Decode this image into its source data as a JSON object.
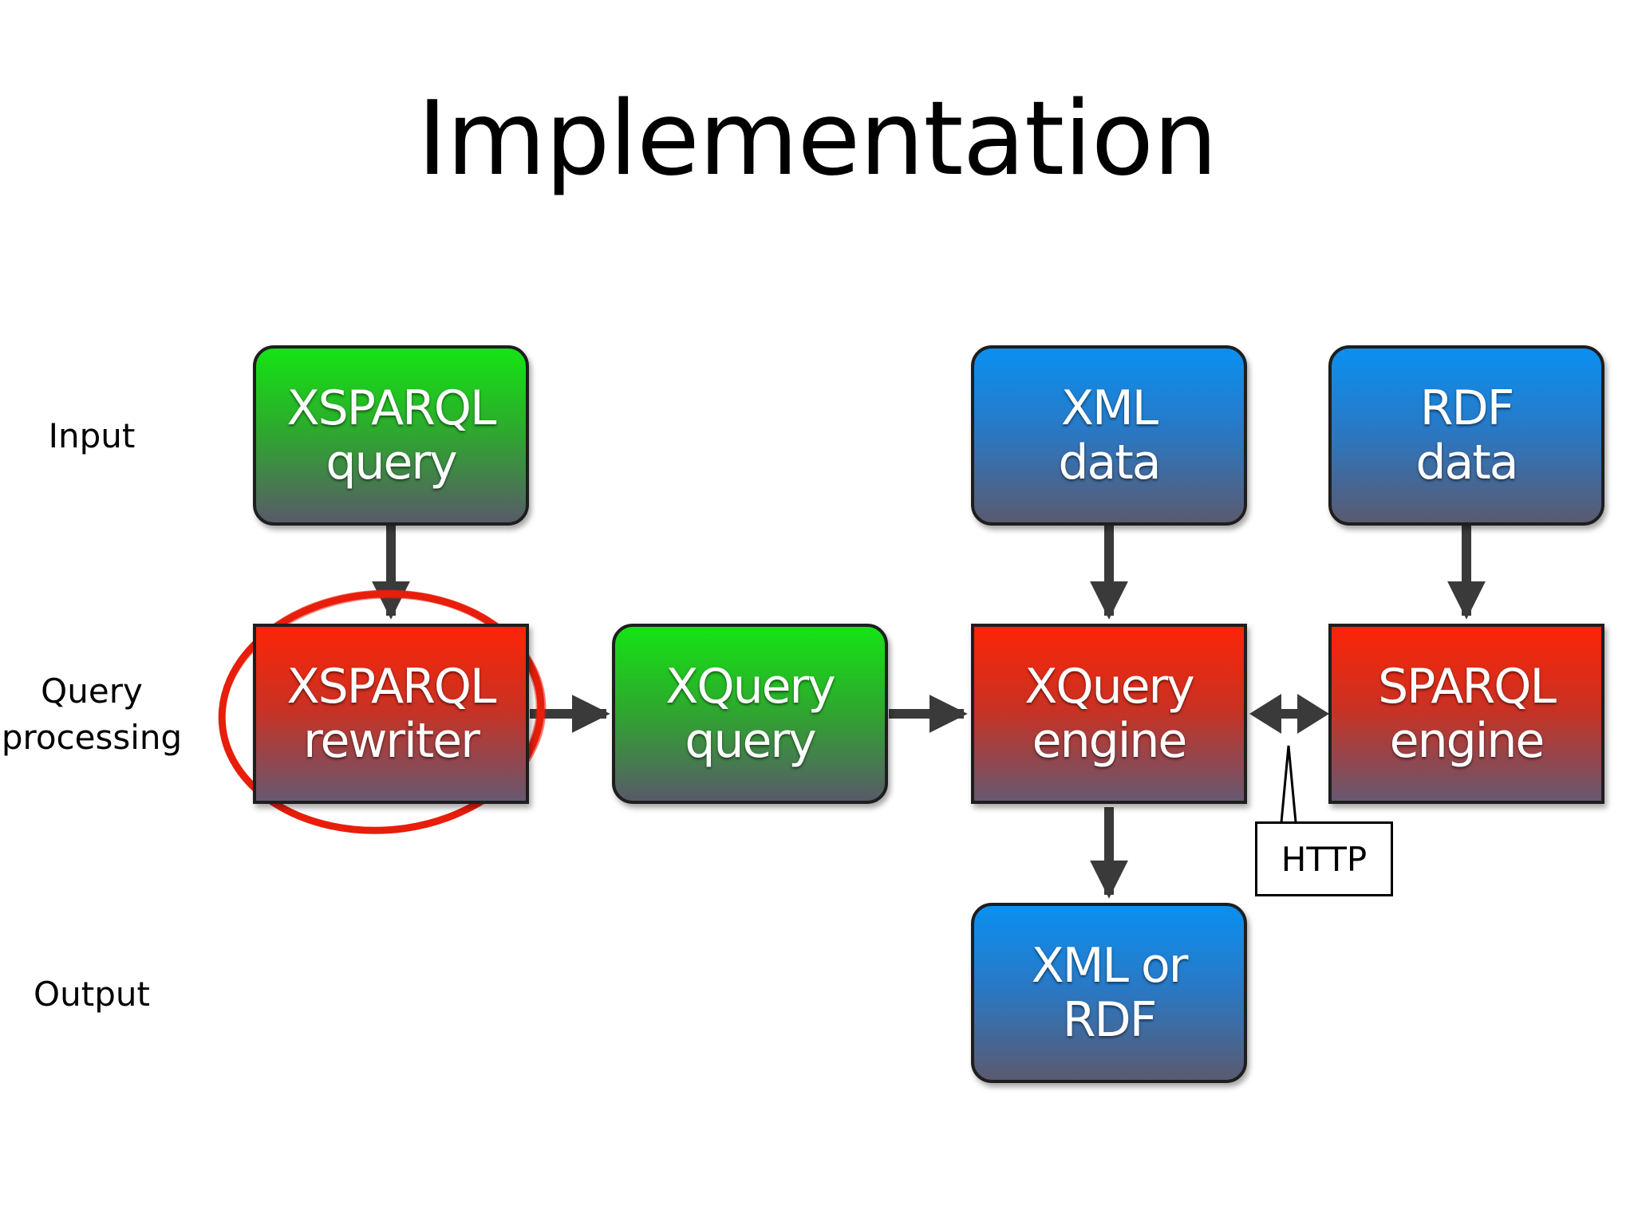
{
  "slide": {
    "title": "Implementation"
  },
  "row_labels": {
    "input": "Input",
    "processing": "Query\nprocessing",
    "output": "Output"
  },
  "boxes": {
    "xsparql_query": "XSPARQL\nquery",
    "xml_data": "XML\ndata",
    "rdf_data": "RDF\ndata",
    "xsparql_rewriter": "XSPARQL\nrewriter",
    "xquery_query": "XQuery\nquery",
    "xquery_engine": "XQuery\nengine",
    "sparql_engine": "SPARQL\nengine",
    "xml_or_rdf": "XML or\nRDF"
  },
  "callout": {
    "http": "HTTP"
  },
  "colors": {
    "input_green": "#14e414",
    "data_blue": "#0a90f0",
    "engine_red": "#fc2406",
    "highlight_ring": "#e81e0c",
    "arrow": "#3a3a3a"
  }
}
